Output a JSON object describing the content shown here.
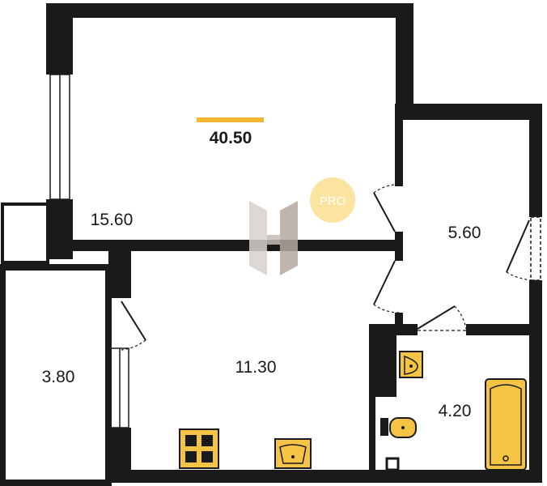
{
  "plan": {
    "total_area": "40.50",
    "rooms": [
      {
        "id": "living",
        "area": "15.60"
      },
      {
        "id": "storage",
        "area": "5.60"
      },
      {
        "id": "balcony",
        "area": "3.80"
      },
      {
        "id": "kitchen",
        "area": "11.30"
      },
      {
        "id": "bathroom",
        "area": "4.20"
      }
    ],
    "badge": {
      "label": "PRO"
    }
  },
  "colors": {
    "wall": "#1a1a1a",
    "accent": "#f2b632",
    "badge": "#fbe3a0",
    "fixture": "#f5c445",
    "logo_light": "#d9d2cd",
    "logo_dark": "#b6a9a1"
  }
}
